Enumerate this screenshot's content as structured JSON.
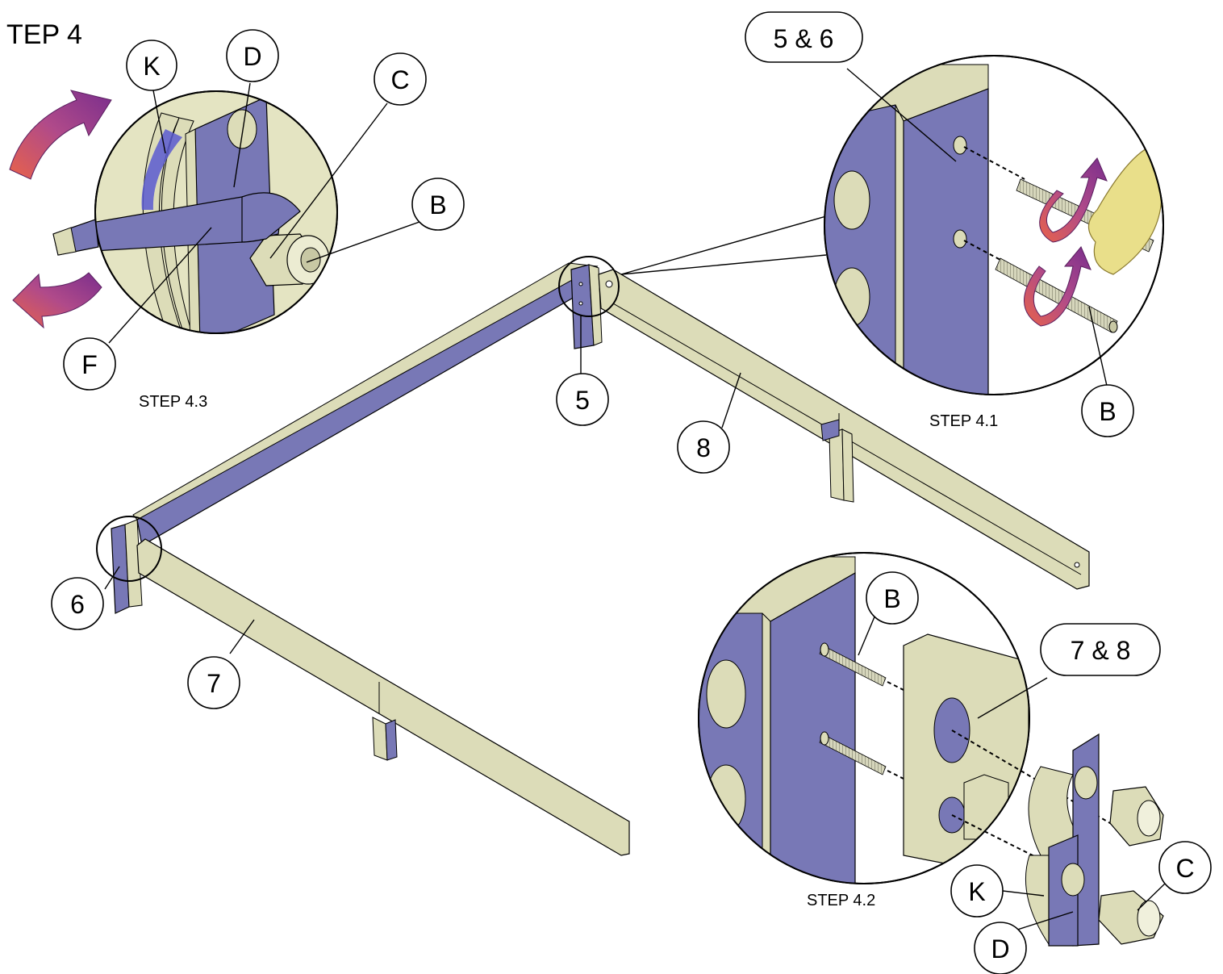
{
  "step_title": "TEP 4",
  "steps": {
    "s41": "STEP 4.1",
    "s42": "STEP 4.2",
    "s43": "STEP 4.3"
  },
  "callouts": {
    "k_top": "K",
    "d_top": "D",
    "c_top": "C",
    "b_top": "B",
    "f_top": "F",
    "p56": "5 & 6",
    "b_s41": "B",
    "p5": "5",
    "p6": "6",
    "p7": "7",
    "p8": "8",
    "b_s42": "B",
    "p78": "7 & 8",
    "k_s42": "K",
    "c_s42": "C",
    "d_s42": "D"
  },
  "colors": {
    "cream": "#dcdcb8",
    "cream_dark": "#c7c79c",
    "blue": "#7878b6",
    "blue_dark": "#5f5fa0",
    "arrow_orange": "#e8624a",
    "arrow_purple": "#7a2e8c",
    "hand": "#e9df8a"
  }
}
